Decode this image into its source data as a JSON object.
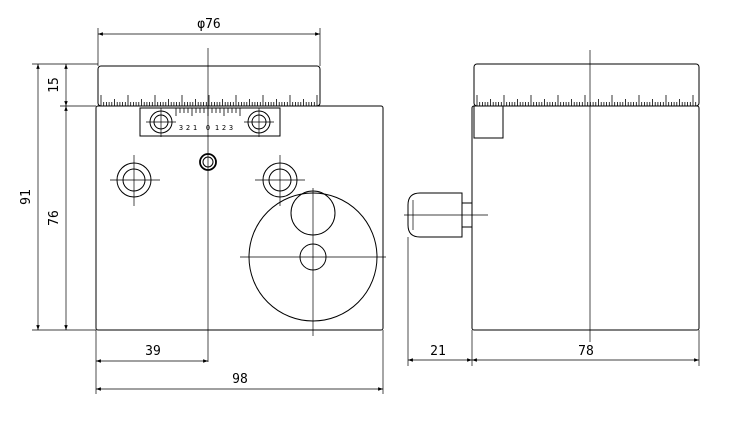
{
  "dimensions": {
    "dial_diameter": "φ76",
    "ring_height": "15",
    "total_height": "91",
    "body_height": "76",
    "hole_offset": "39",
    "front_width": "98",
    "knob_length": "21",
    "side_width": "78"
  },
  "vernier": {
    "labels": [
      "3",
      "2",
      "1",
      "0",
      "1",
      "2",
      "3"
    ]
  }
}
